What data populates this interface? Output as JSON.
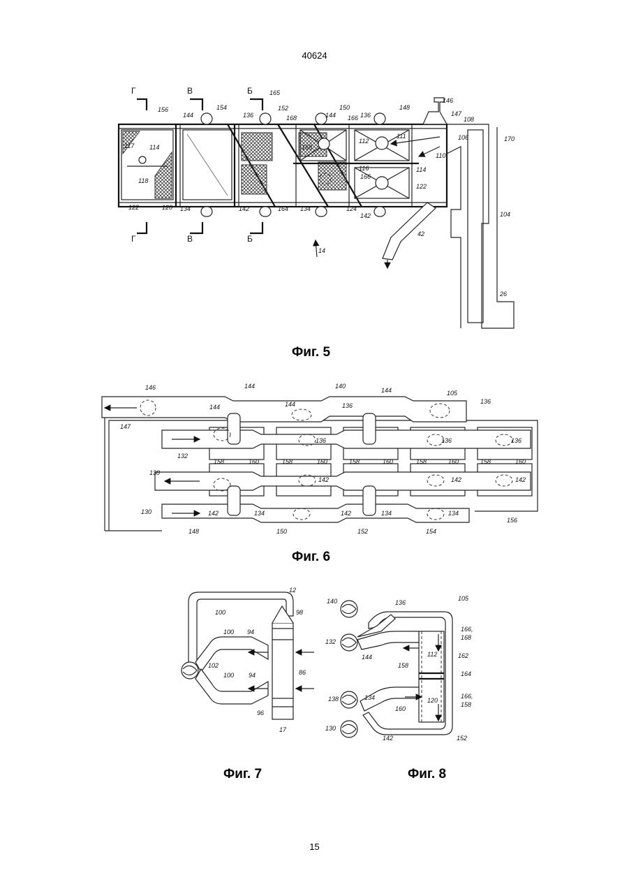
{
  "header": {
    "doc_number": "40624"
  },
  "footer": {
    "page_number": "15"
  },
  "figures": {
    "fig5": {
      "caption": "Фиг. 5",
      "section_marks": [
        "Г",
        "В",
        "Б"
      ],
      "labels": [
        "156",
        "144",
        "154",
        "136",
        "165",
        "152",
        "168",
        "144",
        "150",
        "166",
        "136",
        "148",
        "146",
        "147",
        "108",
        "170",
        "117",
        "114",
        "111",
        "112",
        "106",
        "110",
        "168",
        "116",
        "166",
        "114",
        "118",
        "122",
        "122",
        "120",
        "134",
        "142",
        "164",
        "134",
        "124",
        "142",
        "42",
        "104",
        "14",
        "26"
      ]
    },
    "fig6": {
      "caption": "Фиг. 6",
      "labels": [
        "146",
        "144",
        "140",
        "144",
        "144",
        "105",
        "136",
        "144",
        "136",
        "147",
        "136",
        "136",
        "136",
        "132",
        "158",
        "160",
        "158",
        "160",
        "158",
        "160",
        "158",
        "160",
        "158",
        "160",
        "138",
        "142",
        "142",
        "142",
        "130",
        "142",
        "134",
        "142",
        "134",
        "134",
        "148",
        "150",
        "152",
        "154",
        "156"
      ]
    },
    "fig7": {
      "caption": "Фиг. 7",
      "labels": [
        "12",
        "100",
        "98",
        "100",
        "94",
        "102",
        "100",
        "94",
        "86",
        "96",
        "17"
      ]
    },
    "fig8": {
      "caption": "Фиг. 8",
      "labels": [
        "140",
        "136",
        "105",
        "132",
        "166,",
        "168",
        "144",
        "112",
        "162",
        "158",
        "164",
        "134",
        "138",
        "120",
        "166,",
        "158",
        "160",
        "130",
        "142",
        "152"
      ]
    }
  }
}
